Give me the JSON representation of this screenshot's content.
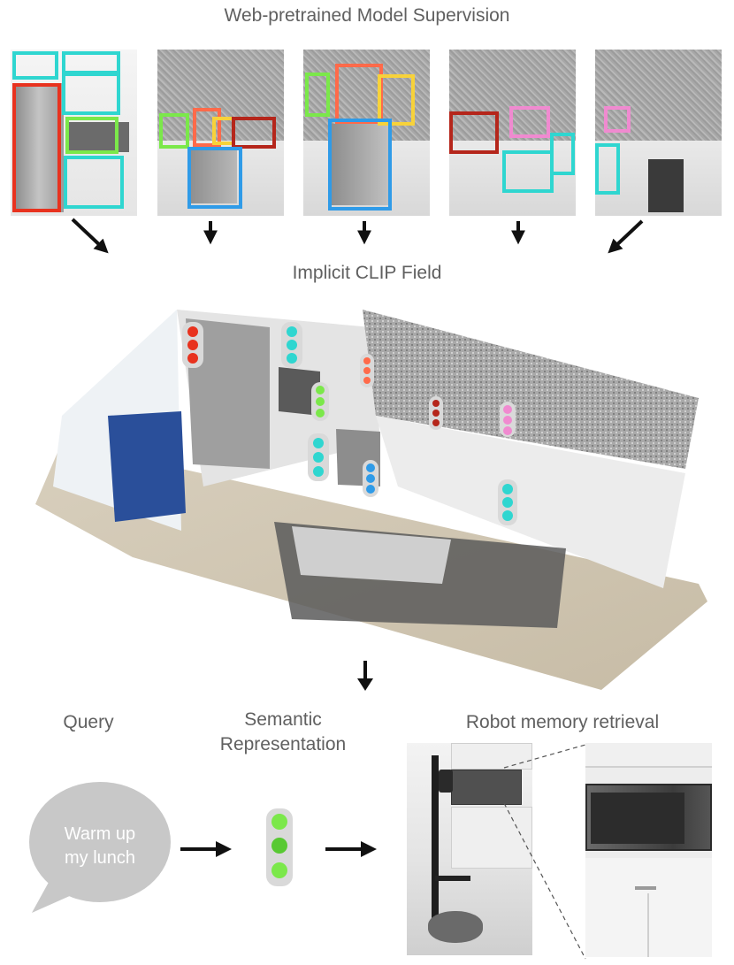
{
  "top_title": "Web-pretrained Model Supervision",
  "field_title": "Implicit CLIP Field",
  "query_label": "Query",
  "semantic_label_line1": "Semantic",
  "semantic_label_line2": "Representation",
  "retrieval_label": "Robot memory retrieval",
  "bubble_line1": "Warm up",
  "bubble_line2": "my lunch",
  "colors": {
    "red": "#e8321e",
    "cyan": "#2fd6d0",
    "green": "#7be84a",
    "orange": "#ff6a4a",
    "yellow": "#f7d23a",
    "darkred": "#b5261b",
    "blue": "#2f9be8",
    "pink": "#f08ad0"
  }
}
